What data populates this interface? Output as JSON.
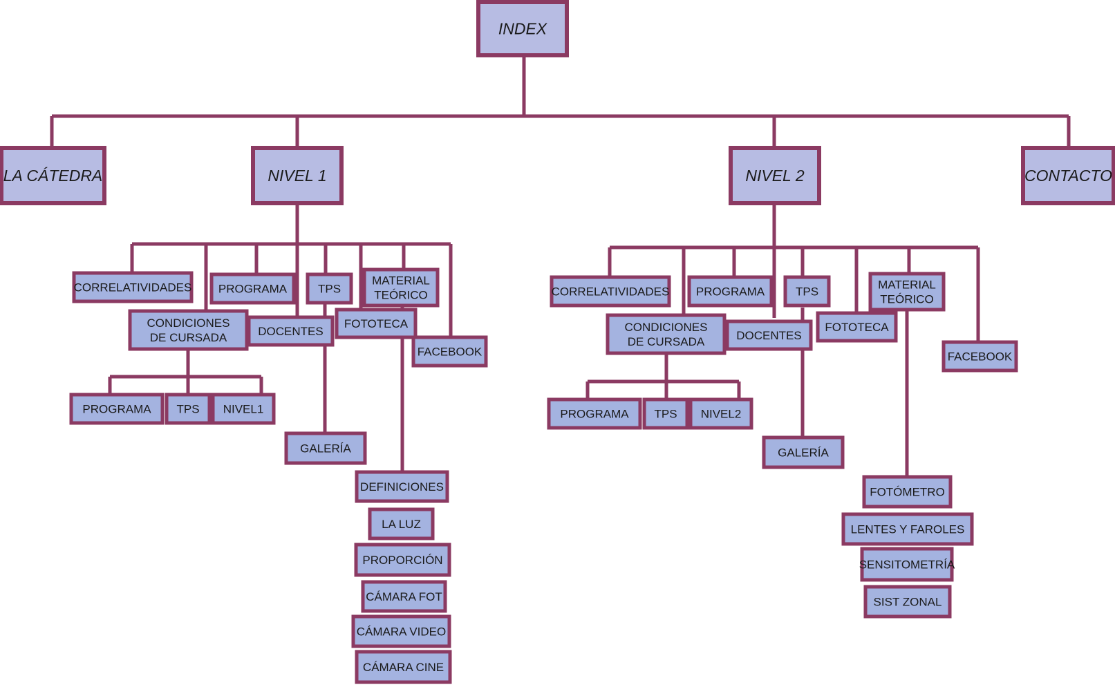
{
  "colors": {
    "line": "#8b3a62",
    "box_fill": "#a4b3e0",
    "top_fill": "#b7bce3",
    "text": "#1a1a1a"
  },
  "nodes": {
    "index": "INDEX",
    "la_catedra": "LA CÁTEDRA",
    "nivel1": "NIVEL 1",
    "nivel2": "NIVEL 2",
    "contacto": "CONTACTO",
    "n1": {
      "correlatividades": "CORRELATIVIDADES",
      "programa": "PROGRAMA",
      "tps": "TPS",
      "material_teorico": [
        "MATERIAL",
        "TEÓRICO"
      ],
      "condiciones_cursada": [
        "CONDICIONES",
        "DE CURSADA"
      ],
      "docentes": "DOCENTES",
      "fototeca": "FOTOTECA",
      "facebook": "FACEBOOK",
      "cond_programa": "PROGRAMA",
      "cond_tps": "TPS",
      "cond_nivel": "NIVEL1",
      "galeria": "GALERÍA",
      "mt_items": [
        "DEFINICIONES",
        "LA LUZ",
        "PROPORCIÓN",
        "CÁMARA FOT",
        "CÁMARA VIDEO",
        "CÁMARA CINE"
      ]
    },
    "n2": {
      "correlatividades": "CORRELATIVIDADES",
      "programa": "PROGRAMA",
      "tps": "TPS",
      "material_teorico": [
        "MATERIAL",
        "TEÓRICO"
      ],
      "condiciones_cursada": [
        "CONDICIONES",
        "DE CURSADA"
      ],
      "docentes": "DOCENTES",
      "fototeca": "FOTOTECA",
      "facebook": "FACEBOOK",
      "cond_programa": "PROGRAMA",
      "cond_tps": "TPS",
      "cond_nivel": "NIVEL2",
      "galeria": "GALERÍA",
      "mt_items": [
        "FOTÓMETRO",
        "LENTES Y FAROLES",
        "SENSITOMETRÍA",
        "SIST ZONAL"
      ]
    }
  }
}
